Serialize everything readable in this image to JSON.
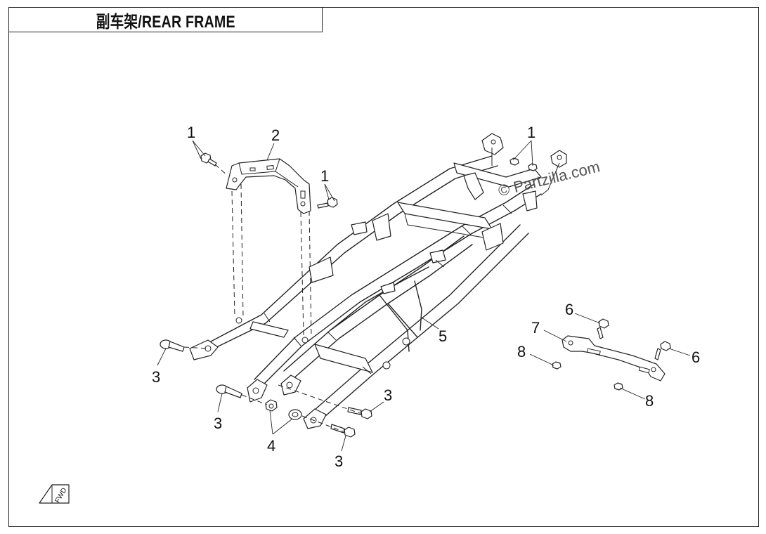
{
  "title": "副车架/REAR FRAME",
  "watermark": "© Partzilla.com",
  "fwd_mark": "FWD",
  "callouts": [
    {
      "id": "c1a",
      "label": "1"
    },
    {
      "id": "c2",
      "label": "2"
    },
    {
      "id": "c1b",
      "label": "1"
    },
    {
      "id": "c1c",
      "label": "1"
    },
    {
      "id": "c3a",
      "label": "3"
    },
    {
      "id": "c3b",
      "label": "3"
    },
    {
      "id": "c3c",
      "label": "3"
    },
    {
      "id": "c3d",
      "label": "3"
    },
    {
      "id": "c4",
      "label": "4"
    },
    {
      "id": "c5",
      "label": "5"
    },
    {
      "id": "c6a",
      "label": "6"
    },
    {
      "id": "c6b",
      "label": "6"
    },
    {
      "id": "c7",
      "label": "7"
    },
    {
      "id": "c8a",
      "label": "8"
    },
    {
      "id": "c8b",
      "label": "8"
    }
  ]
}
